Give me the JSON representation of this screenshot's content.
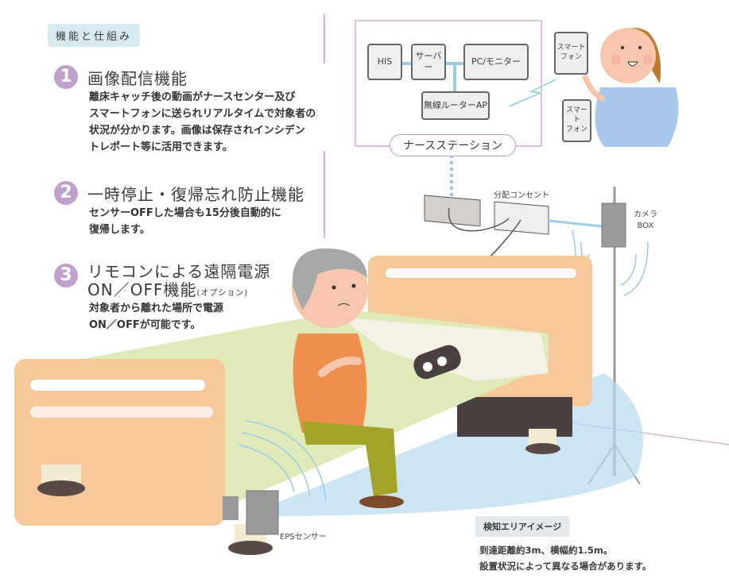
{
  "section_tag": "機能と仕組み",
  "features": [
    {
      "number": "1",
      "title": "画像配信機能",
      "note": "",
      "lines": [
        "離床キャッチ後の動画がナースセンター及び",
        "スマートフォンに送られリアルタイムで対象者の",
        "状況が分かります。画像は保存されインシデン",
        "トレポート等に活用できます。"
      ]
    },
    {
      "number": "2",
      "title": "一時停止・復帰忘れ防止機能",
      "note": "",
      "lines": [
        "センサーOFFした場合も15分後自動的に",
        "復帰します。"
      ]
    },
    {
      "number": "3",
      "title": "リモコンによる遠隔電源",
      "title2": "ON／OFF機能",
      "note": "(オプション)",
      "lines": [
        "対象者から離れた場所で電源",
        "ON／OFFが可能です。"
      ]
    }
  ],
  "diagram": {
    "his": "HIS",
    "server": "サーバー",
    "pc_monitor": "PC/モニター",
    "router": "無線ルーターAP",
    "nurse_station": "ナースステーション",
    "smartphone_1": [
      "スマート",
      "フォン"
    ],
    "smartphone_2": [
      "スマート",
      "フォン"
    ],
    "outlet": "分配コンセント",
    "camera_box": [
      "カメラ",
      "BOX"
    ],
    "eps_sensor": "EPSセンサー"
  },
  "detection": {
    "tag": "検知エリアイメージ",
    "lines": [
      "到達距離約3m、横幅約1.5m。",
      "設置状況によって異なる場合があります。"
    ]
  },
  "colors": {
    "accent": "#c0a0cc",
    "network_line": "#9ccbe6",
    "bed_frame": "#f6c99a",
    "mattress": "#d8e8b0",
    "shirt": "#ef8f4e"
  }
}
